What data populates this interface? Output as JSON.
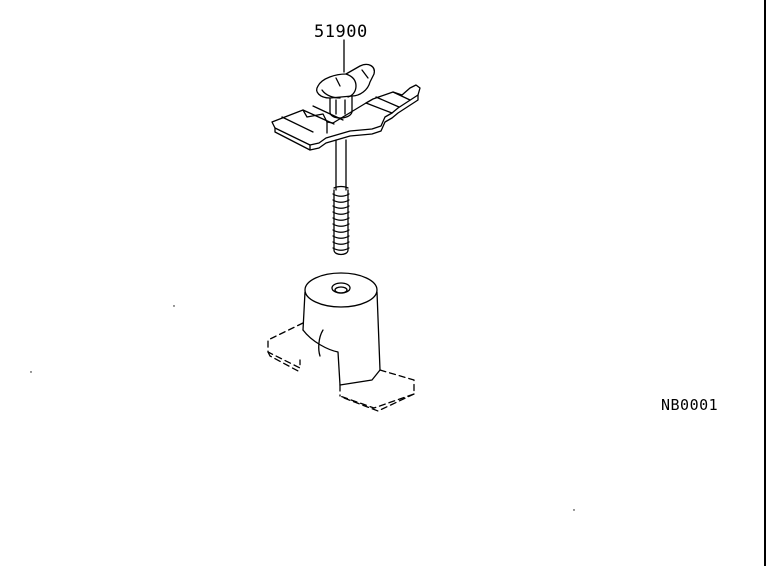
{
  "labels": {
    "part_number": "51900",
    "figure_code": "NB0001"
  },
  "parts": [
    {
      "name": "spare-tire-clamp-assembly",
      "part_number_ref": "51900"
    },
    {
      "name": "spare-tire-clamp-bolt"
    },
    {
      "name": "spare-tire-support-bracket"
    }
  ],
  "colors": {
    "line": "#000000",
    "background": "#ffffff"
  }
}
